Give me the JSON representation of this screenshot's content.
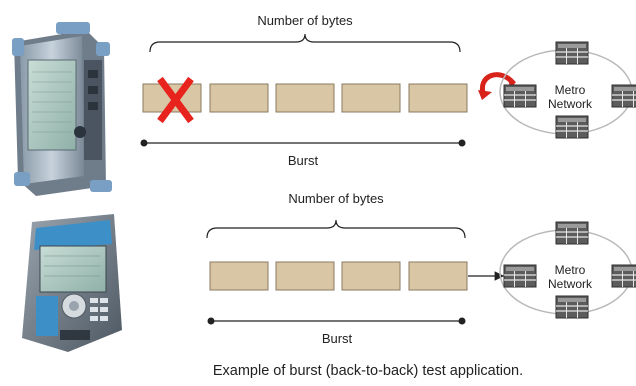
{
  "top_diagram": {
    "bytes_label": "Number of bytes",
    "burst_label": "Burst",
    "network_label_line1": "Metro",
    "network_label_line2": "Network",
    "packet_count": 5,
    "first_packet_dropped": true
  },
  "bottom_diagram": {
    "bytes_label": "Number of bytes",
    "burst_label": "Burst",
    "network_label_line1": "Metro",
    "network_label_line2": "Network",
    "packet_count": 4,
    "first_packet_dropped": false
  },
  "caption": "Example of burst (back-to-back) test application.",
  "colors": {
    "packet_fill": "#d9c6a4",
    "packet_stroke": "#8a7a60",
    "drop_x": "#e8221d",
    "loop_arrow": "#d8231b",
    "network_ellipse": "#b9b9b9",
    "switch_body": "#5c5c5c"
  },
  "icons": [
    "rackmount-tester-icon",
    "handheld-tester-icon",
    "drop-x-icon",
    "loop-back-arrow-icon",
    "network-switch-icon"
  ]
}
